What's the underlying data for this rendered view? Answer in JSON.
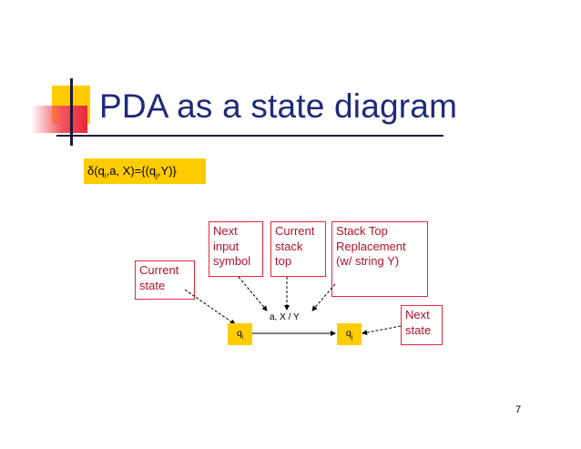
{
  "title": "PDA as a state diagram",
  "formula": {
    "delta": "δ(q",
    "sub_i": "i",
    "middle": ",a, X)={(q",
    "sub_j": "j",
    "end": ",Y)}"
  },
  "boxes": {
    "next_input_symbol": "Next input symbol",
    "current_stack_top": "Current stack top",
    "stack_top_replacement": "Stack Top Replacement (w/ string Y)",
    "current_state": "Current state",
    "next_state": "Next state"
  },
  "states": {
    "qi": {
      "base": "q",
      "sub": "i"
    },
    "qj": {
      "base": "q",
      "sub": "j"
    }
  },
  "transition_label": "a, X   / Y",
  "page_number": "7",
  "colors": {
    "title": "#1f2a78",
    "accent_yellow": "#ffcc00",
    "accent_red": "#e8283c",
    "box_text": "#b0122a"
  }
}
